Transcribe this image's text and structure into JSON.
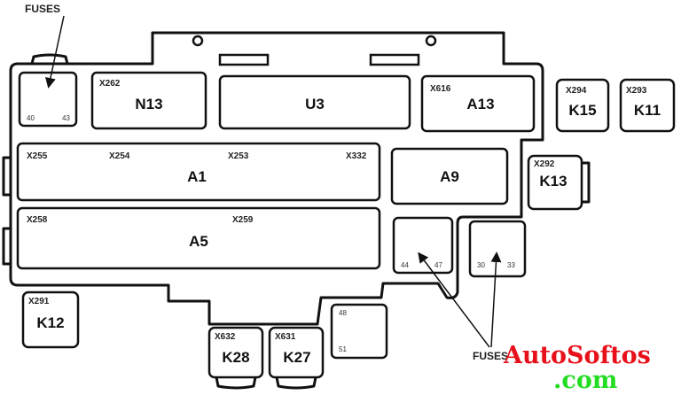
{
  "labels": {
    "fuses_top": "FUSES",
    "fuses_bottom": "FUSES"
  },
  "fuse_blocks": [
    {
      "from": "40",
      "to": "43"
    },
    {
      "from": "44",
      "to": "47"
    },
    {
      "from": "30",
      "to": "33"
    },
    {
      "from": "48",
      "to": "51"
    }
  ],
  "components": {
    "n13": {
      "name": "N13",
      "connector": "X262"
    },
    "u3": {
      "name": "U3"
    },
    "a13": {
      "name": "A13",
      "connector": "X616"
    },
    "k15": {
      "name": "K15",
      "connector": "X294"
    },
    "k11": {
      "name": "K11",
      "connector": "X293"
    },
    "a1": {
      "name": "A1",
      "connectors": [
        "X255",
        "X254",
        "X253",
        "X332"
      ]
    },
    "a9": {
      "name": "A9"
    },
    "k13": {
      "name": "K13",
      "connector": "X292"
    },
    "a5": {
      "name": "A5",
      "connectors": [
        "X258",
        "X259"
      ]
    },
    "k12": {
      "name": "K12",
      "connector": "X291"
    },
    "k28": {
      "name": "K28",
      "connector": "X632"
    },
    "k27": {
      "name": "K27",
      "connector": "X631"
    }
  },
  "watermark": {
    "text": "AutoSoftos",
    "suffix": ".com",
    "color_main": "#e8101a",
    "color_suffix": "#22dd22"
  }
}
